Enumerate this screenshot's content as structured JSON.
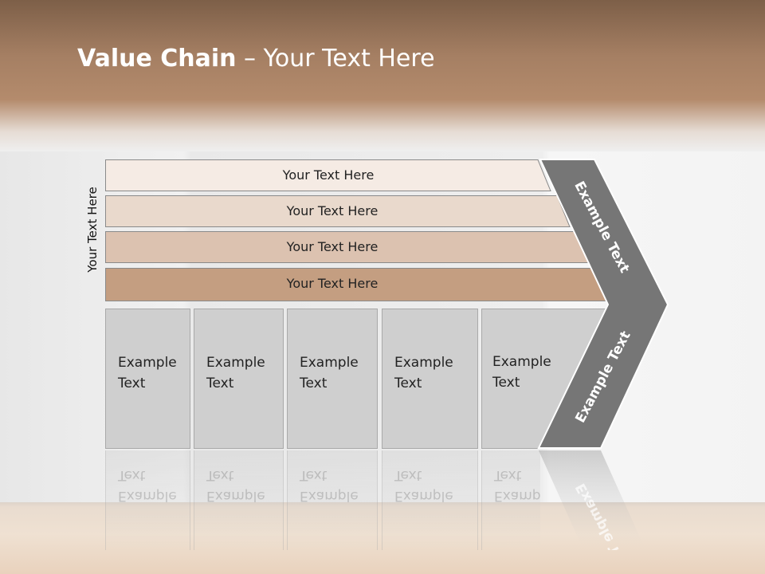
{
  "title": {
    "bold": "Value Chain",
    "rest": " – Your Text Here"
  },
  "vertical_label": "Your Text Here",
  "bands": [
    {
      "label": "Your Text Here",
      "fill": "#f5ebe4"
    },
    {
      "label": "Your Text Here",
      "fill": "#e9d9cc"
    },
    {
      "label": "Your Text Here",
      "fill": "#dcc2b0"
    },
    {
      "label": "Your Text Here",
      "fill": "#c49e81"
    }
  ],
  "columns": [
    {
      "line1": "Example",
      "line2": "Text"
    },
    {
      "line1": "Example",
      "line2": "Text"
    },
    {
      "line1": "Example",
      "line2": "Text"
    },
    {
      "line1": "Example",
      "line2": "Text"
    },
    {
      "line1": "Example",
      "line2": "Text"
    }
  ],
  "arrow": {
    "upper_text": "Example Text",
    "lower_text": "Example Text",
    "color": "#767676"
  }
}
